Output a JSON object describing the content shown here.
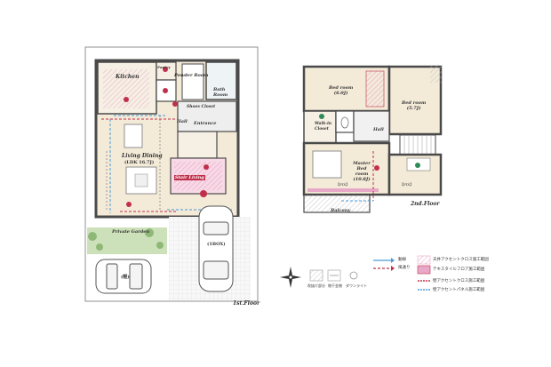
{
  "floor1": {
    "rooms": {
      "kitchen": "Kitchen",
      "powder_room": "Powder Room",
      "pantry": "Pantry",
      "bath_room": "Bath Room",
      "shoes_closet": "Shoes Closet",
      "entrance": "Entrance",
      "hall": "Hall",
      "living_dining": "Living Dining",
      "living_dining_size": "(LDK 16.7J)",
      "stair_living": "Stair Living",
      "private_garden": "Private Garden",
      "parking_1": "(1BOX)",
      "parking_2": "(軽)"
    },
    "label": "1st.Floor"
  },
  "floor2": {
    "rooms": {
      "bedroom_a": "Bed room",
      "bedroom_a_size": "(6.0J)",
      "bedroom_b": "Bed room",
      "bedroom_b_size": "(5.7J)",
      "walk_in_closet": "Walk-in Closet",
      "hall": "Hall",
      "master_bedroom": "Master Bed room",
      "master_bedroom_size": "(10.8J)",
      "balcony": "Balcony",
      "storage_a": "【FIX】",
      "storage_b": "【FIX】"
    },
    "label": "2nd.Floor"
  },
  "legend": {
    "line_items": [
      "動線",
      "風通り"
    ],
    "pattern_items": [
      "天井アクセントクロス施工範囲",
      "テキスタイルフロア施工範囲",
      "壁アクセントクロス施工範囲",
      "壁アクセントパネル施工範囲"
    ],
    "symbols": [
      "吹抜け部分",
      "物干金物",
      "ダウンライト"
    ],
    "compass_icon": "compass-rose-icon"
  },
  "colors": {
    "wall": "#4a4a4a",
    "floor_wood": "#f3ead8",
    "accent_pink": "#e8a8c8",
    "accent_red": "#c0304b",
    "blue_arrow": "#4a9ad8",
    "garden_green": "#bfd9a8"
  }
}
